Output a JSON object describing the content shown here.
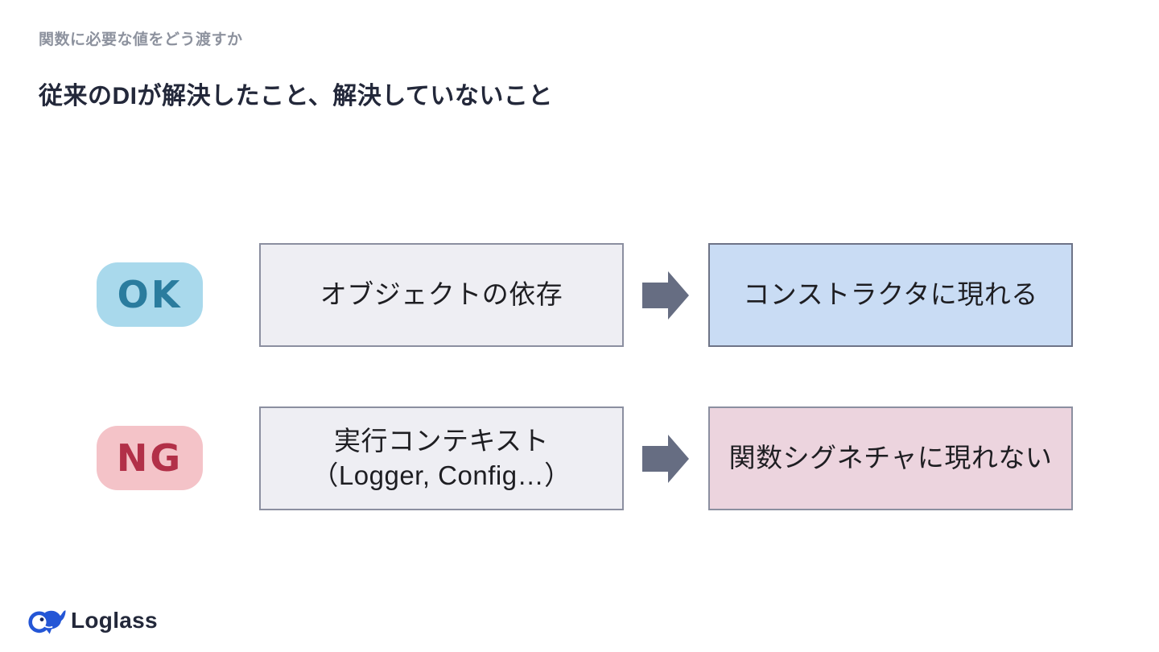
{
  "header": {
    "eyebrow": "関数に必要な値をどう渡すか",
    "title": "従来のDIが解決したこと、解決していないこと"
  },
  "rows": [
    {
      "badge_label": "OK",
      "source_lines": [
        "オブジェクトの依存"
      ],
      "result": "コンストラクタに現れる"
    },
    {
      "badge_label": "NG",
      "source_lines": [
        "実行コンテキスト",
        "（Logger, Config…）"
      ],
      "result": "関数シグネチャに現れない"
    }
  ],
  "footer": {
    "logo_text": "Loglass"
  },
  "colors": {
    "ok_badge_bg": "#a9d9ec",
    "ok_badge_text": "#2a7c9e",
    "ng_badge_bg": "#f4c3c8",
    "ng_badge_text": "#b23048",
    "source_box_bg": "#eeeef3",
    "source_box_border": "#8b8fa0",
    "result_ok_bg": "#c9dcf4",
    "result_ng_bg": "#ecd4de",
    "arrow": "#666d82",
    "logo_blue": "#2456d6",
    "title_text": "#23283a",
    "eyebrow_text": "#8d929e"
  }
}
